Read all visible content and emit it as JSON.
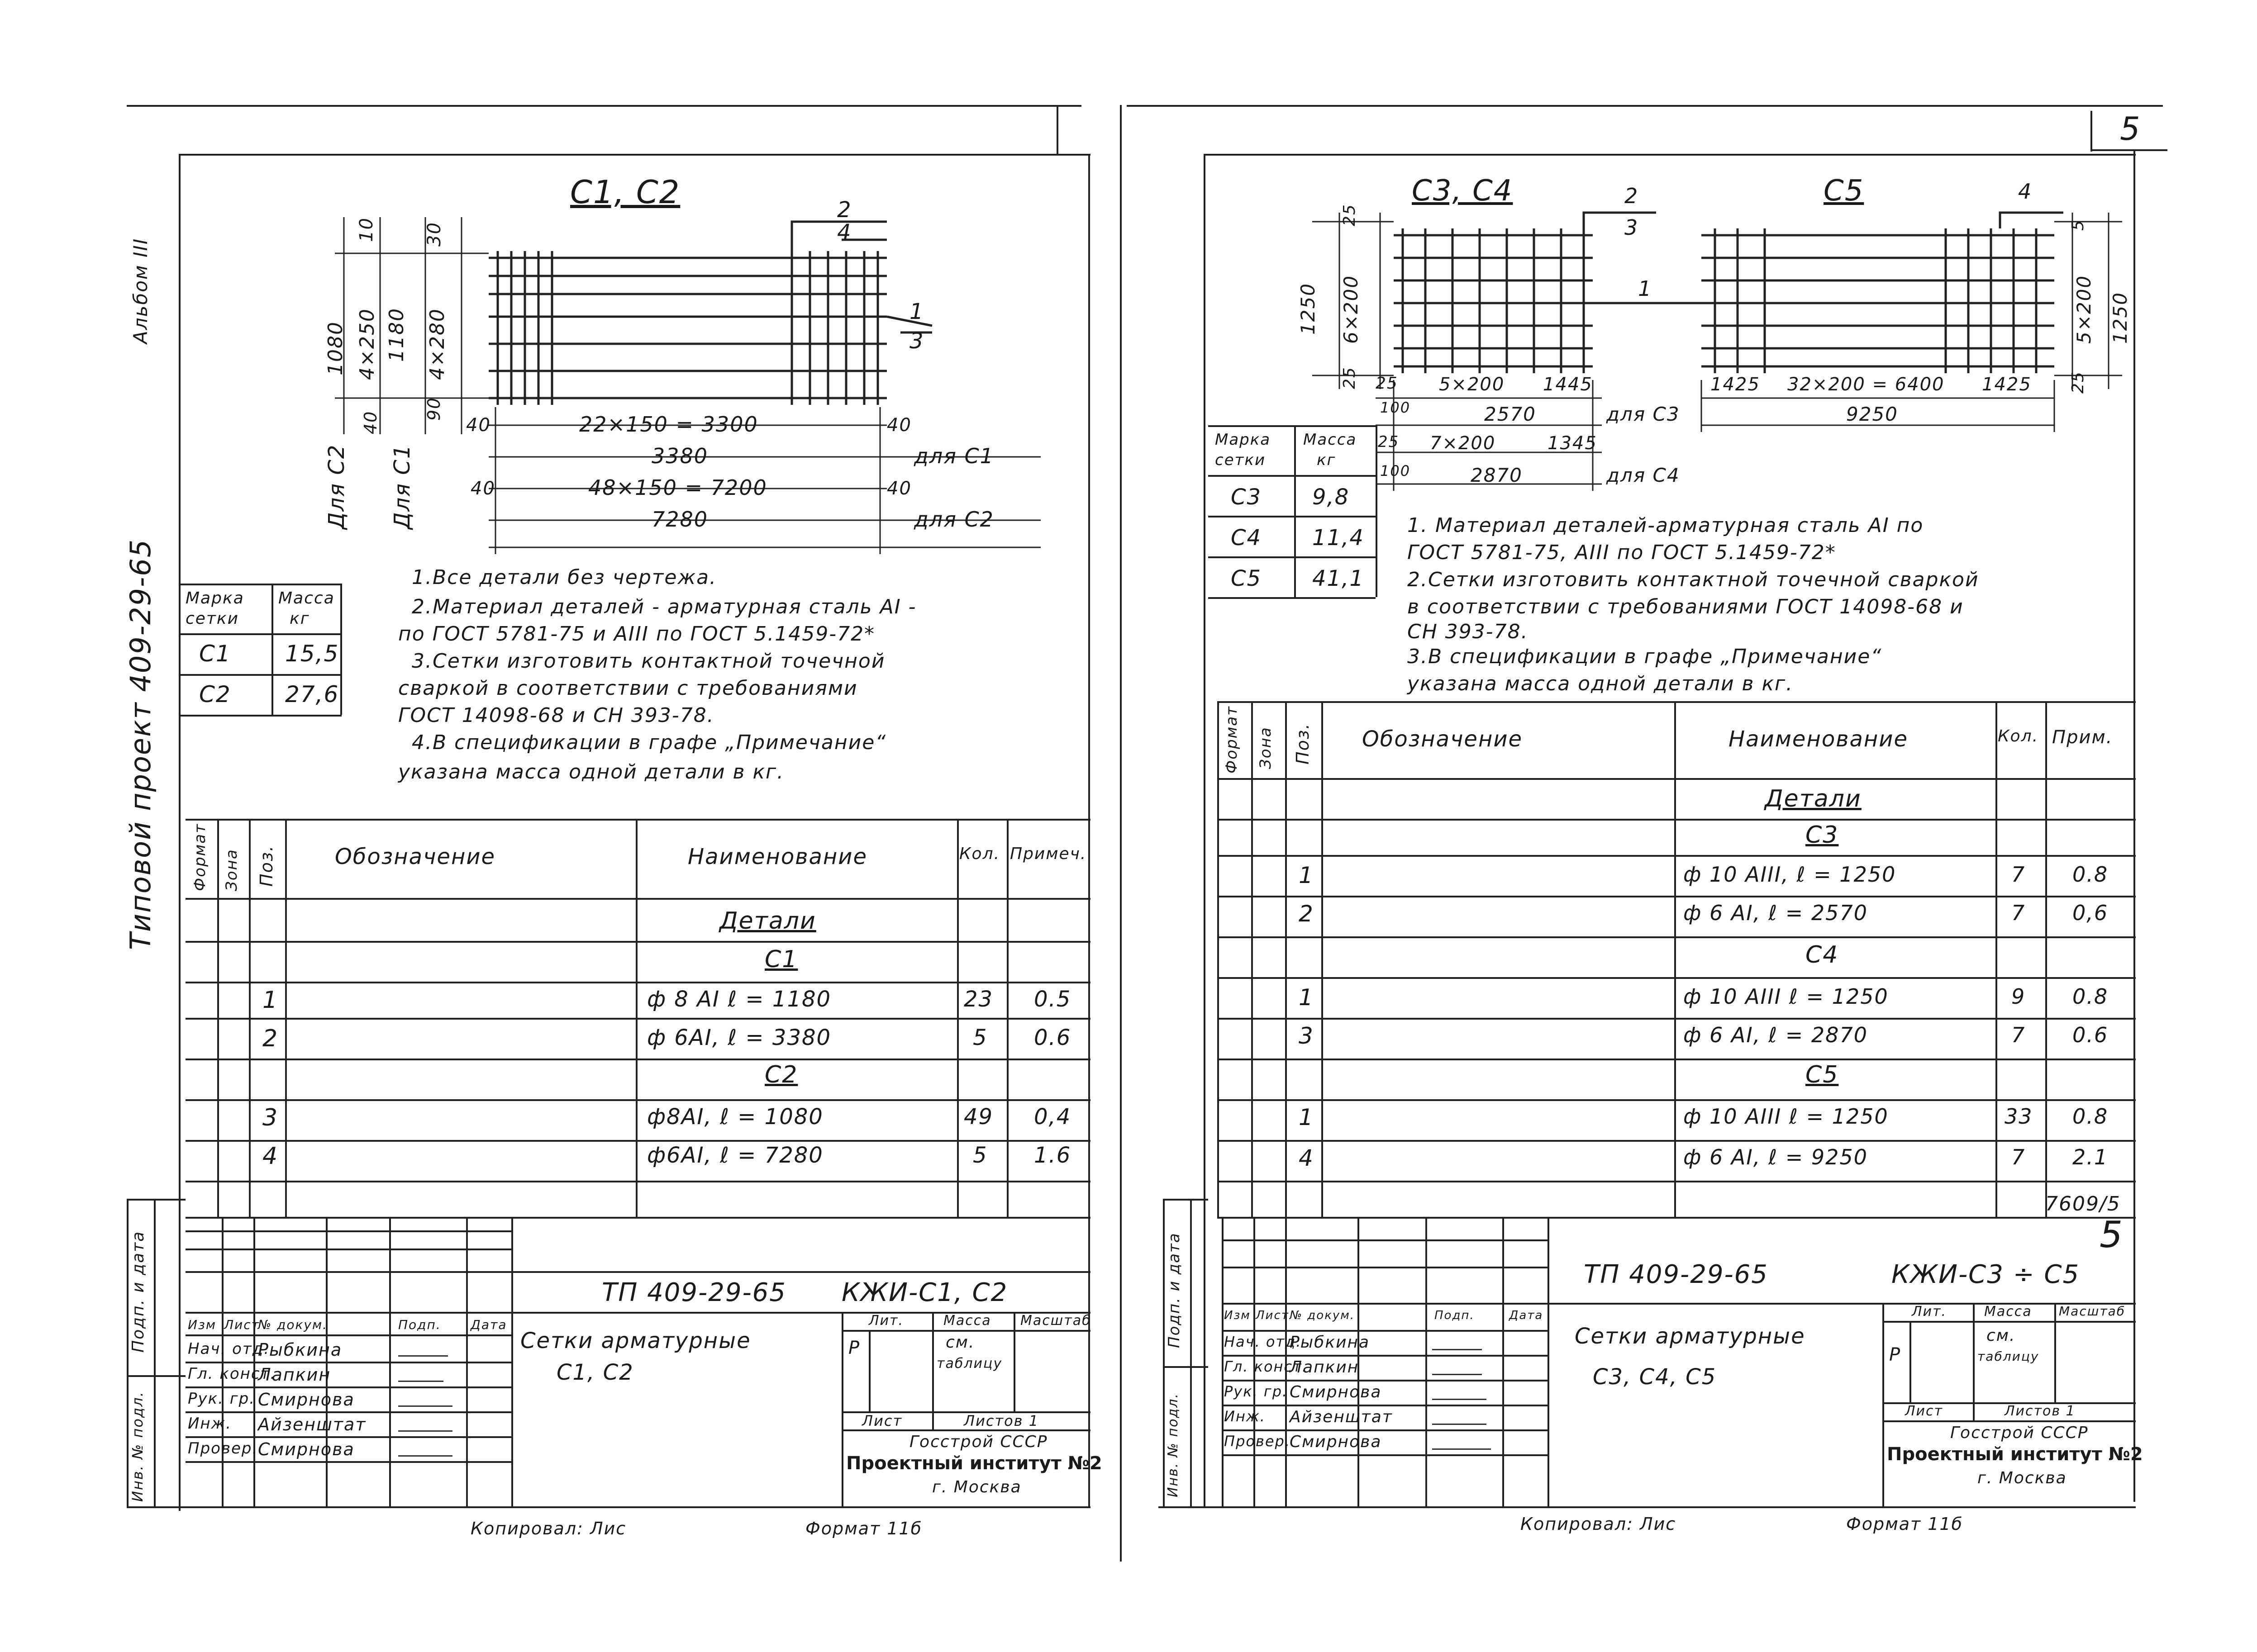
{
  "side_text": {
    "project": "Типовой проект 409-29-65",
    "album": "Альбом III",
    "podp_data_left": "Подп. и дата",
    "inv_left": "Инв. № подл.",
    "podp_data_right": "Подп. и дата",
    "inv_right": "Инв. № подл."
  },
  "sheet_number_top": "5",
  "sheet_number_bottom": "5",
  "left": {
    "drawing_title": "С1, С2",
    "pos_2": "2",
    "pos_4": "4",
    "pos_1": "1",
    "pos_3": "3",
    "dim_10a": "10",
    "dim_30": "30",
    "dim_1080": "1080",
    "dim_4x250": "4×250",
    "dim_1180": "1180",
    "dim_4x280": "4×280",
    "dim_40v": "40",
    "dim_90": "90",
    "for_c2_v": "Для С2",
    "for_c1_v": "Для С1",
    "dim_40a": "40",
    "dim_22x150": "22×150 = 3300",
    "dim_40b": "40",
    "dim_3380": "3380",
    "for_c1": "для С1",
    "dim_40c": "40",
    "dim_48x150": "48×150 = 7200",
    "dim_40d": "40",
    "dim_7280": "7280",
    "for_c2": "для С2",
    "mass_table": {
      "h1": "Марка",
      "h2": "сетки",
      "h3": "Масса",
      "h4": "кг",
      "rows": [
        {
          "mark": "С1",
          "mass": "15,5"
        },
        {
          "mark": "С2",
          "mass": "27,6"
        }
      ]
    },
    "notes": [
      "1.Все детали без чертежа.",
      "2.Материал деталей - арматурная сталь АI -",
      "по ГОСТ 5781-75 и АIII по ГОСТ 5.1459-72*",
      "3.Сетки изготовить контактной точечной",
      "сваркой в соответствии с требованиями",
      "ГОСТ 14098-68 и СН 393-78.",
      "4.В спецификации в графе „Примечание“",
      "указана масса одной детали в кг."
    ],
    "spec": {
      "headers": {
        "format": "Формат",
        "zone": "Зона",
        "pos": "Поз.",
        "designation": "Обозначение",
        "name": "Наименование",
        "qty": "Кол.",
        "note": "Примеч."
      },
      "section": "Детали",
      "sub_c1": "С1",
      "r1": {
        "pos": "1",
        "name": "ф 8 АI    ℓ = 1180",
        "qty": "23",
        "note": "0.5"
      },
      "r2": {
        "pos": "2",
        "name": "ф 6АI,    ℓ = 3380",
        "qty": "5",
        "note": "0.6"
      },
      "sub_c2": "С2",
      "r3": {
        "pos": "3",
        "name": "ф8АI,    ℓ = 1080",
        "qty": "49",
        "note": "0,4"
      },
      "r4": {
        "pos": "4",
        "name": "ф6АI,    ℓ = 7280",
        "qty": "5",
        "note": "1.6"
      }
    },
    "stamp": {
      "code": "ТП 409-29-65",
      "doc": "КЖИ-С1, С2",
      "title1": "Сетки арматурные",
      "title2": "С1, С2",
      "lit": "Лит.",
      "mass": "Масса",
      "scale": "Масштаб",
      "lit_val": "Р",
      "mass_val1": "см.",
      "mass_val2": "таблицу",
      "sheet": "Лист",
      "sheets": "Листов 1",
      "org1": "Госстрой СССР",
      "org2": "Проектный институт №2",
      "org3": "г. Москва",
      "cols": [
        "Изм",
        "Лист",
        "№ докум.",
        "Подп.",
        "Дата"
      ],
      "people": [
        {
          "role": "Нач. отд.",
          "name": "Рыбкина"
        },
        {
          "role": "Гл. конст.",
          "name": "Лапкин"
        },
        {
          "role": "Рук. гр.",
          "name": "Смирнова"
        },
        {
          "role": "Инж.",
          "name": "Айзенштат"
        },
        {
          "role": "Провер.",
          "name": "Смирнова"
        }
      ]
    },
    "copied": "Копировал: Лис",
    "format": "Формат 11б"
  },
  "right": {
    "drawing_title_a": "С3, С4",
    "drawing_title_b": "С5",
    "pos_2": "2",
    "pos_3": "3",
    "pos_1": "1",
    "pos_4": "4",
    "dim_25a": "25",
    "dim_1250a": "1250",
    "dim_6x200": "6×200",
    "dim_25b": "25",
    "dim_25c": "25",
    "dim_5x200a": "5×200",
    "dim_1445a": "1445",
    "dim_1425a": "1425",
    "dim_32x200": "32×200 = 6400",
    "dim_1425b": "1425",
    "dim_5a": "5",
    "dim_5x200b": "5×200",
    "dim_1250b": "1250",
    "dim_25d": "25",
    "dim_100a": "100",
    "dim_2570": "2570",
    "for_c3": "для С3",
    "dim_9250": "9250",
    "dim_25e": "25",
    "dim_7x200": "7×200",
    "dim_1345": "1345",
    "dim_100b": "100",
    "dim_2870": "2870",
    "for_c4": "для С4",
    "mass_table": {
      "h1": "Марка",
      "h2": "сетки",
      "h3": "Масса",
      "h4": "кг",
      "rows": [
        {
          "mark": "С3",
          "mass": "9,8"
        },
        {
          "mark": "С4",
          "mass": "11,4"
        },
        {
          "mark": "С5",
          "mass": "41,1"
        }
      ]
    },
    "notes": [
      "1. Материал деталей-арматурная сталь АI по",
      "ГОСТ 5781-75, АIII по ГОСТ 5.1459-72*",
      "2.Сетки изготовить контактной точечной сваркой",
      "в соответствии с требованиями ГОСТ 14098-68 и",
      "СН 393-78.",
      "3.В спецификации в графе „Примечание“",
      "указана масса одной детали в кг."
    ],
    "spec": {
      "headers": {
        "format": "Формат",
        "zone": "Зона",
        "pos": "Поз.",
        "designation": "Обозначение",
        "name": "Наименование",
        "qty": "Кол.",
        "note": "Прим."
      },
      "section": "Детали",
      "sub_c3": "С3",
      "r1": {
        "pos": "1",
        "name": "ф 10 АIII,    ℓ = 1250",
        "qty": "7",
        "note": "0.8"
      },
      "r2": {
        "pos": "2",
        "name": "ф 6 АI,    ℓ = 2570",
        "qty": "7",
        "note": "0,6"
      },
      "sub_c4": "С4",
      "r3": {
        "pos": "1",
        "name": "ф 10 АIII    ℓ = 1250",
        "qty": "9",
        "note": "0.8"
      },
      "r4": {
        "pos": "3",
        "name": "ф 6 АI,    ℓ = 2870",
        "qty": "7",
        "note": "0.6"
      },
      "sub_c5": "С5",
      "r5": {
        "pos": "1",
        "name": "ф 10 АIII    ℓ = 1250",
        "qty": "33",
        "note": "0.8"
      },
      "r6": {
        "pos": "4",
        "name": "ф 6 АI,    ℓ = 9250",
        "qty": "7",
        "note": "2.1"
      }
    },
    "doc_number": "7609/5",
    "stamp": {
      "code": "ТП 409-29-65",
      "doc": "КЖИ-С3 ÷ С5",
      "title1": "Сетки арматурные",
      "title2": "С3, С4, С5",
      "lit": "Лит.",
      "mass": "Масса",
      "scale": "Масштаб",
      "lit_val": "Р",
      "mass_val1": "см.",
      "mass_val2": "таблицу",
      "sheet": "Лист",
      "sheets": "Листов 1",
      "org1": "Госстрой СССР",
      "org2": "Проектный институт №2",
      "org3": "г. Москва",
      "cols": [
        "Изм",
        "Лист",
        "№ докум.",
        "Подп.",
        "Дата"
      ],
      "people": [
        {
          "role": "Нач. отд.",
          "name": "Рыбкина"
        },
        {
          "role": "Гл. конст.",
          "name": "Лапкин"
        },
        {
          "role": "Рук. гр.",
          "name": "Смирнова"
        },
        {
          "role": "Инж.",
          "name": "Айзенштат"
        },
        {
          "role": "Провер.",
          "name": "Смирнова"
        }
      ]
    },
    "copied": "Копировал: Лис",
    "format": "Формат 11б"
  }
}
